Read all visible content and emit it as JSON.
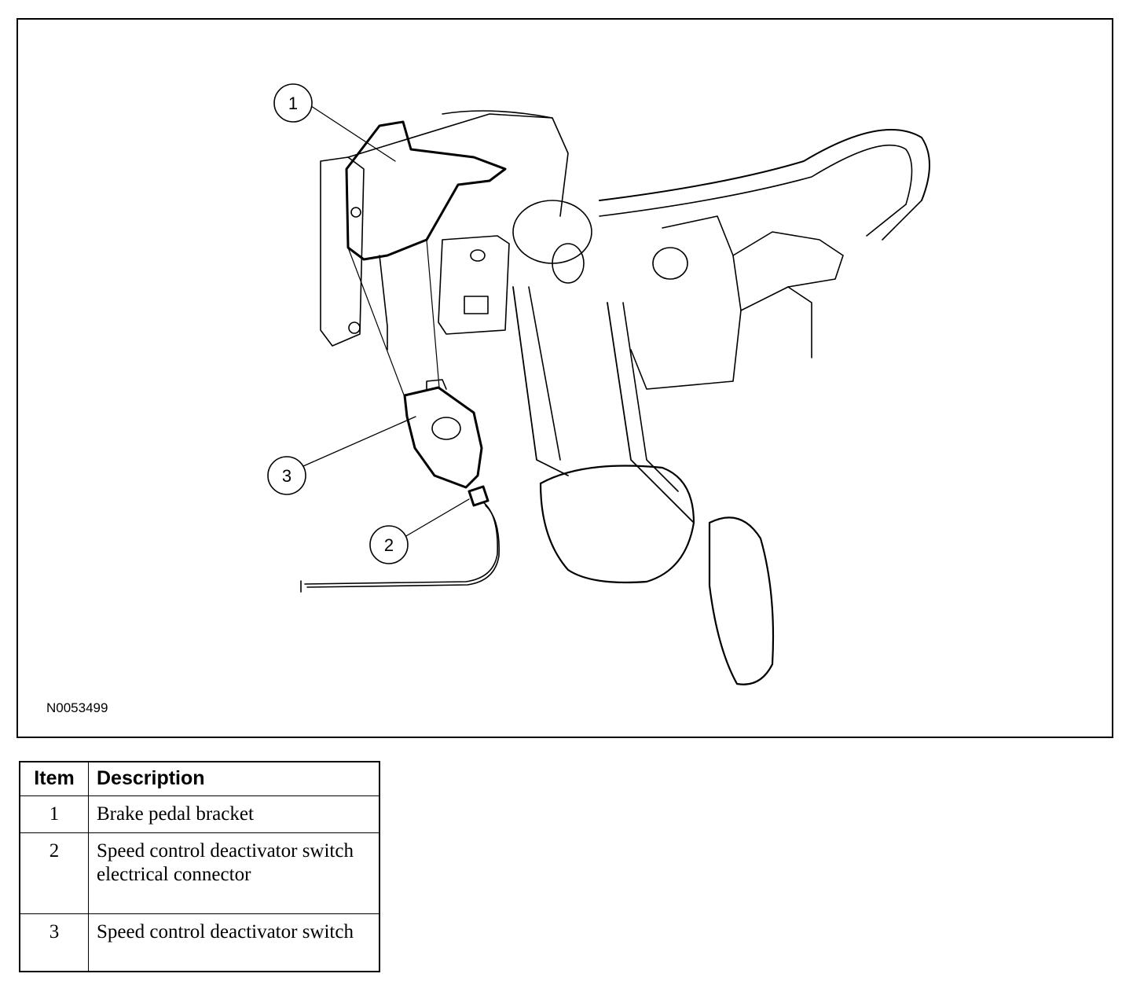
{
  "figure": {
    "figure_id": "N0053499",
    "callouts": [
      {
        "number": "1"
      },
      {
        "number": "2"
      },
      {
        "number": "3"
      }
    ]
  },
  "table": {
    "headers": {
      "item": "Item",
      "description": "Description"
    },
    "rows": [
      {
        "item": "1",
        "description": "Brake pedal bracket"
      },
      {
        "item": "2",
        "description": "Speed control deactivator switch electrical connector"
      },
      {
        "item": "3",
        "description": "Speed control deactivator switch"
      }
    ]
  }
}
